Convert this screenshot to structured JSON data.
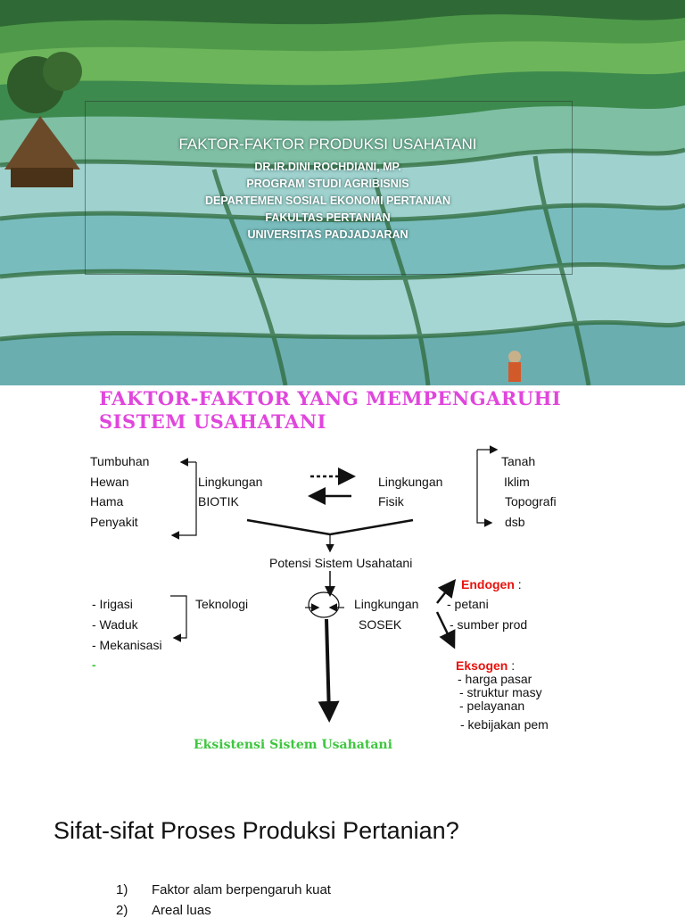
{
  "slide1": {
    "title": "FAKTOR-FAKTOR PRODUKSI USAHATANI",
    "lines": [
      "DR.IR.DINI ROCHDIANI, MP.",
      "PROGRAM STUDI AGRIBISNIS",
      "DEPARTEMEN SOSIAL EKONOMI PERTANIAN",
      "FAKULTAS PERTANIAN",
      "UNIVERSITAS PADJADJARAN"
    ]
  },
  "slide2": {
    "heading_line1": "FAKTOR-FAKTOR YANG MEMPENGARUHI",
    "heading_line2": "SISTEM USAHATANI",
    "biotic_items": [
      "Tumbuhan",
      "Hewan",
      "Hama",
      "Penyakit"
    ],
    "biotic_label_1": "Lingkungan",
    "biotic_label_2": "BIOTIK",
    "physic_label_1": "Lingkungan",
    "physic_label_2": "Fisik",
    "physic_items": [
      "Tanah",
      "Iklim",
      "Topografi",
      "dsb"
    ],
    "potensi": "Potensi Sistem Usahatani",
    "tech_items": [
      "-  Irigasi",
      "-  Waduk",
      "-  Mekanisasi",
      "-"
    ],
    "tech_label": "Teknologi",
    "sosek_label_1": "Lingkungan",
    "sosek_label_2": "SOSEK",
    "endogen_label": "Endogen",
    "endogen_colon": " :",
    "endogen_items": [
      "- petani",
      "- sumber prod"
    ],
    "eksogen_label": "Eksogen",
    "eksogen_colon": " :",
    "eksogen_items": [
      "- harga pasar",
      "- struktur masy",
      "- pelayanan",
      "- kebijakan pem"
    ],
    "eksistensi": "Eksistensi Sistem Usahatani",
    "colors": {
      "heading": "#e046dc",
      "red": "#e8120c",
      "green": "#3fc63f"
    }
  },
  "slide3": {
    "title": "Sifat-sifat Proses Produksi Pertanian?",
    "items": [
      {
        "num": "1)",
        "text": "Faktor alam berpengaruh kuat"
      },
      {
        "num": "2)",
        "text": "Areal luas"
      }
    ]
  }
}
